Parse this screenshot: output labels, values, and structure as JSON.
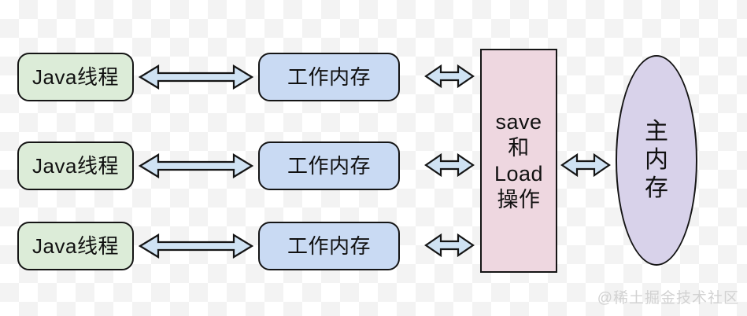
{
  "diagram": {
    "threads": [
      {
        "label": "Java线程"
      },
      {
        "label": "Java线程"
      },
      {
        "label": "Java线程"
      }
    ],
    "working_memories": [
      {
        "label": "工作内存"
      },
      {
        "label": "工作内存"
      },
      {
        "label": "工作内存"
      }
    ],
    "save_load": {
      "lines": [
        "save",
        "和",
        "Load",
        "操作"
      ]
    },
    "main_memory": {
      "chars": [
        "主",
        "内",
        "存"
      ]
    },
    "watermark": "@稀土掘金技术社区",
    "colors": {
      "thread_fill": "#dcecd8",
      "working_memory_fill": "#c9daf3",
      "save_load_fill": "#eed7e0",
      "main_memory_fill": "#d8d2ea",
      "arrow_fill": "#cfe2f3",
      "outline": "#151515",
      "watermark_color": "#d2d2d2",
      "checker_light": "#ffffff",
      "checker_dark": "#f3f3f3"
    }
  }
}
